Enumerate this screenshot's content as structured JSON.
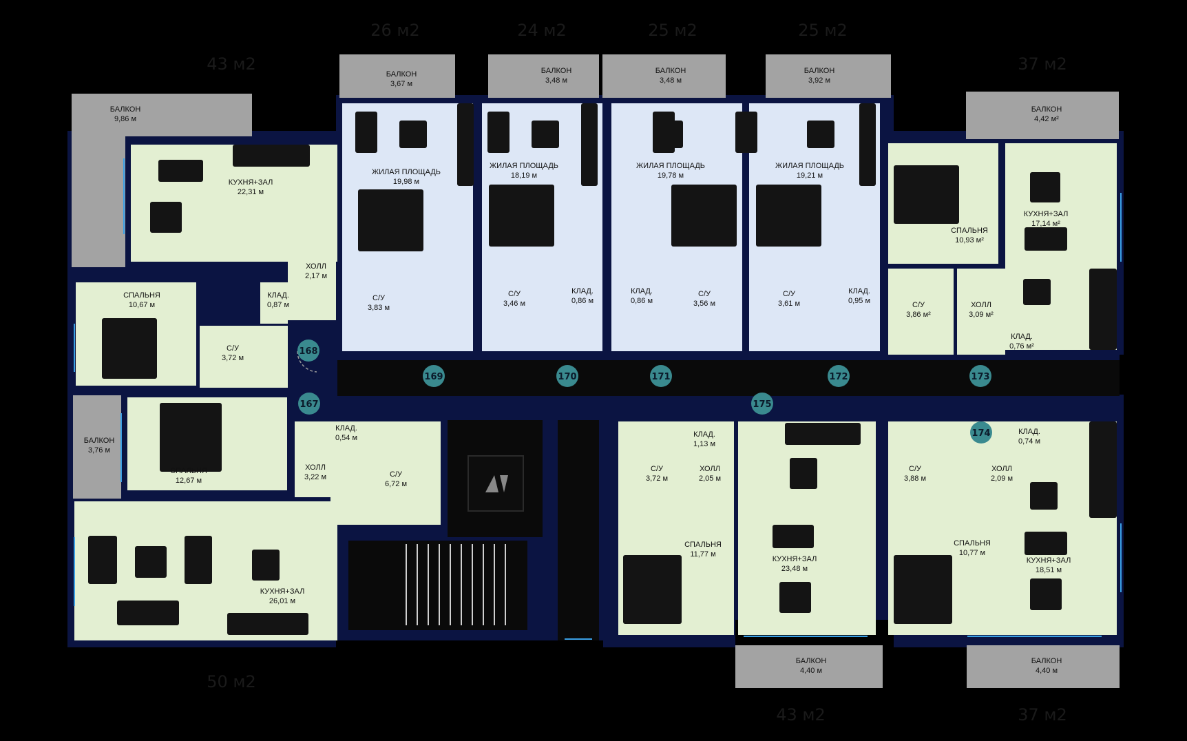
{
  "colors": {
    "background": "#000000",
    "wall": "#0b1442",
    "living": "#e3efd2",
    "studio": "#dde7f6",
    "balcony": "#a3a3a3",
    "core": "#0a0a0a",
    "unit_badge": "#3a8a8f",
    "furniture": "#141414",
    "window": "#3aa0e6"
  },
  "unit_areas": [
    {
      "id": "u_top_26",
      "label": "26 м2"
    },
    {
      "id": "u_top_24",
      "label": "24 м2"
    },
    {
      "id": "u_top_25a",
      "label": "25 м2"
    },
    {
      "id": "u_top_25b",
      "label": "25 м2"
    },
    {
      "id": "u_left_43",
      "label": "43 м2"
    },
    {
      "id": "u_right_37",
      "label": "37 м2"
    },
    {
      "id": "u_left_50",
      "label": "50 м2"
    },
    {
      "id": "u_bottom_43",
      "label": "43 м2"
    },
    {
      "id": "u_bottom_37",
      "label": "37 м2"
    }
  ],
  "rooms": [
    {
      "id": "r1",
      "name": "БАЛКОН",
      "area": "9,86 м"
    },
    {
      "id": "r2",
      "name": "КУХНЯ+ЗАЛ",
      "area": "22,31 м"
    },
    {
      "id": "r3",
      "name": "ХОЛЛ",
      "area": "2,17 м"
    },
    {
      "id": "r4",
      "name": "СПАЛЬНЯ",
      "area": "10,67 м"
    },
    {
      "id": "r5",
      "name": "КЛАД.",
      "area": "0,87 м"
    },
    {
      "id": "r6",
      "name": "С/У",
      "area": "3,72 м"
    },
    {
      "id": "r7",
      "name": "БАЛКОН",
      "area": "3,67 м"
    },
    {
      "id": "r8",
      "name": "ЖИЛАЯ ПЛОЩАДЬ",
      "area": "19,98 м"
    },
    {
      "id": "r9",
      "name": "С/У",
      "area": "3,83 м"
    },
    {
      "id": "r10",
      "name": "БАЛКОН",
      "area": "3,48 м"
    },
    {
      "id": "r11",
      "name": "ЖИЛАЯ ПЛОЩАДЬ",
      "area": "18,19 м"
    },
    {
      "id": "r12",
      "name": "С/У",
      "area": "3,46 м"
    },
    {
      "id": "r13",
      "name": "КЛАД.",
      "area": "0,86 м"
    },
    {
      "id": "r14",
      "name": "БАЛКОН",
      "area": "3,48 м"
    },
    {
      "id": "r15",
      "name": "ЖИЛАЯ ПЛОЩАДЬ",
      "area": "19,78 м"
    },
    {
      "id": "r16",
      "name": "КЛАД.",
      "area": "0,86 м"
    },
    {
      "id": "r17",
      "name": "С/У",
      "area": "3,56 м"
    },
    {
      "id": "r18",
      "name": "БАЛКОН",
      "area": "3,92 м"
    },
    {
      "id": "r19",
      "name": "ЖИЛАЯ ПЛОЩАДЬ",
      "area": "19,21 м"
    },
    {
      "id": "r20",
      "name": "С/У",
      "area": "3,61 м"
    },
    {
      "id": "r21",
      "name": "КЛАД.",
      "area": "0,95 м"
    },
    {
      "id": "r22",
      "name": "БАЛКОН",
      "area": "4,42 м²"
    },
    {
      "id": "r23",
      "name": "СПАЛЬНЯ",
      "area": "10,93 м²"
    },
    {
      "id": "r24",
      "name": "КУХНЯ+ЗАЛ",
      "area": "17,14 м²"
    },
    {
      "id": "r25",
      "name": "С/У",
      "area": "3,86 м²"
    },
    {
      "id": "r26",
      "name": "ХОЛЛ",
      "area": "3,09 м²"
    },
    {
      "id": "r27",
      "name": "КЛАД.",
      "area": "0,76 м²"
    },
    {
      "id": "r28",
      "name": "БАЛКОН",
      "area": "3,76 м"
    },
    {
      "id": "r29",
      "name": "СПАЛЬНЯ",
      "area": "12,67 м"
    },
    {
      "id": "r30",
      "name": "КЛАД.",
      "area": "0,54 м"
    },
    {
      "id": "r31",
      "name": "ХОЛЛ",
      "area": "3,22 м"
    },
    {
      "id": "r32",
      "name": "С/У",
      "area": "6,72 м"
    },
    {
      "id": "r33",
      "name": "КУХНЯ+ЗАЛ",
      "area": "26,01 м"
    },
    {
      "id": "r34",
      "name": "КЛАД.",
      "area": "1,13 м"
    },
    {
      "id": "r35",
      "name": "С/У",
      "area": "3,72 м"
    },
    {
      "id": "r36",
      "name": "ХОЛЛ",
      "area": "2,05 м"
    },
    {
      "id": "r37",
      "name": "СПАЛЬНЯ",
      "area": "11,77 м"
    },
    {
      "id": "r38",
      "name": "КУХНЯ+ЗАЛ",
      "area": "23,48 м"
    },
    {
      "id": "r39",
      "name": "БАЛКОН",
      "area": "4,40 м"
    },
    {
      "id": "r40",
      "name": "КЛАД.",
      "area": "0,74 м"
    },
    {
      "id": "r41",
      "name": "С/У",
      "area": "3,88 м"
    },
    {
      "id": "r42",
      "name": "ХОЛЛ",
      "area": "2,09 м"
    },
    {
      "id": "r43",
      "name": "СПАЛЬНЯ",
      "area": "10,77 м"
    },
    {
      "id": "r44",
      "name": "КУХНЯ+ЗАЛ",
      "area": "18,51 м"
    },
    {
      "id": "r45",
      "name": "БАЛКОН",
      "area": "4,40 м"
    }
  ],
  "doors": [
    {
      "id": "d168",
      "label": "168"
    },
    {
      "id": "d169",
      "label": "169"
    },
    {
      "id": "d170",
      "label": "170"
    },
    {
      "id": "d171",
      "label": "171"
    },
    {
      "id": "d172",
      "label": "172"
    },
    {
      "id": "d173",
      "label": "173"
    },
    {
      "id": "d167",
      "label": "167"
    },
    {
      "id": "d175",
      "label": "175"
    },
    {
      "id": "d174",
      "label": "174"
    }
  ]
}
